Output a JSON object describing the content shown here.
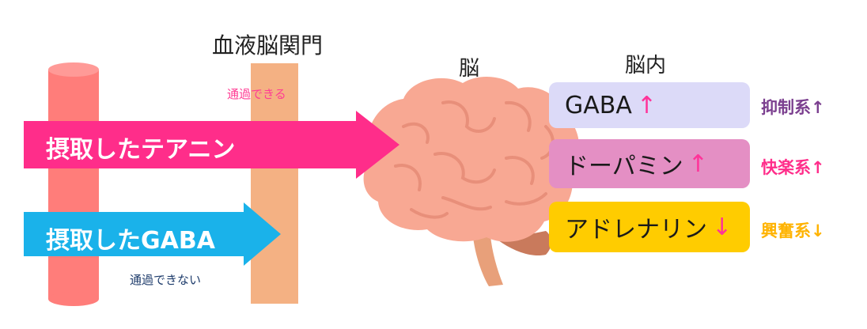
{
  "labels": {
    "bbb_title": "血液脳関門",
    "brain_title": "脳",
    "inside_title": "脳内",
    "passes": "通過できる",
    "not_passes": "通過できない",
    "theanine_arrow": "摂取したテアニン",
    "gaba_arrow": "摂取したGABA"
  },
  "effects": [
    {
      "name": "GABA",
      "arrow": "↑",
      "arrow_color": "#ff3399",
      "box_color": "#dcdaf8",
      "category": "抑制系",
      "category_arrow": "↑",
      "category_color": "#7b3f8f"
    },
    {
      "name": "ドーパミン",
      "arrow": "↑",
      "arrow_color": "#ff3399",
      "box_color": "#e48fc4",
      "category": "快楽系",
      "category_arrow": "↑",
      "category_color": "#ff2d8a"
    },
    {
      "name": "アドレナリン",
      "arrow": "↓",
      "arrow_color": "#ff3399",
      "box_color": "#ffcc00",
      "category": "興奮系",
      "category_arrow": "↓",
      "category_color": "#ffb300"
    }
  ],
  "colors": {
    "blood_vessel": "#ff7d7a",
    "bbb": "#f4b183",
    "theanine_arrow": "#ff2d8a",
    "gaba_arrow": "#1ab2ea",
    "brain": "#f8a893",
    "brain_stem": "#e8a07a"
  }
}
